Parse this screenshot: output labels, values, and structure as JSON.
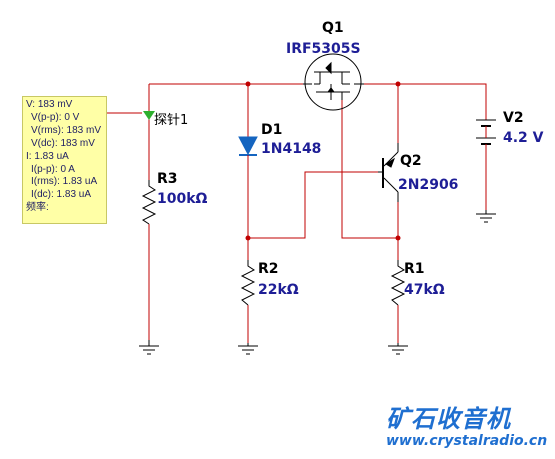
{
  "colors": {
    "wire": "#c00000",
    "component": "#000000",
    "label": "#000000",
    "value": "#1e1e96",
    "diode": "#1565c0",
    "probe": "#2eaf2e",
    "watermark": "#1f6fd0"
  },
  "components": {
    "q1": {
      "ref": "Q1",
      "value": "IRF5305S"
    },
    "d1": {
      "ref": "D1",
      "value": "1N4148"
    },
    "q2": {
      "ref": "Q2",
      "value": "2N2906"
    },
    "v2": {
      "ref": "V2",
      "value": "4.2 V"
    },
    "r3": {
      "ref": "R3",
      "value": "100kΩ"
    },
    "r2": {
      "ref": "R2",
      "value": "22kΩ"
    },
    "r1": {
      "ref": "R1",
      "value": "47kΩ"
    }
  },
  "probe": {
    "name": "探针1",
    "readings": [
      "V: 183 mV",
      "V(p-p): 0 V",
      "V(rms): 183 mV",
      "V(dc): 183 mV",
      "I: 1.83 uA",
      "I(p-p): 0 A",
      "I(rms): 1.83 uA",
      "I(dc): 1.83 uA",
      "频率:"
    ]
  },
  "watermark": {
    "title": "矿石收音机",
    "url": "www.crystalradio.cn"
  }
}
